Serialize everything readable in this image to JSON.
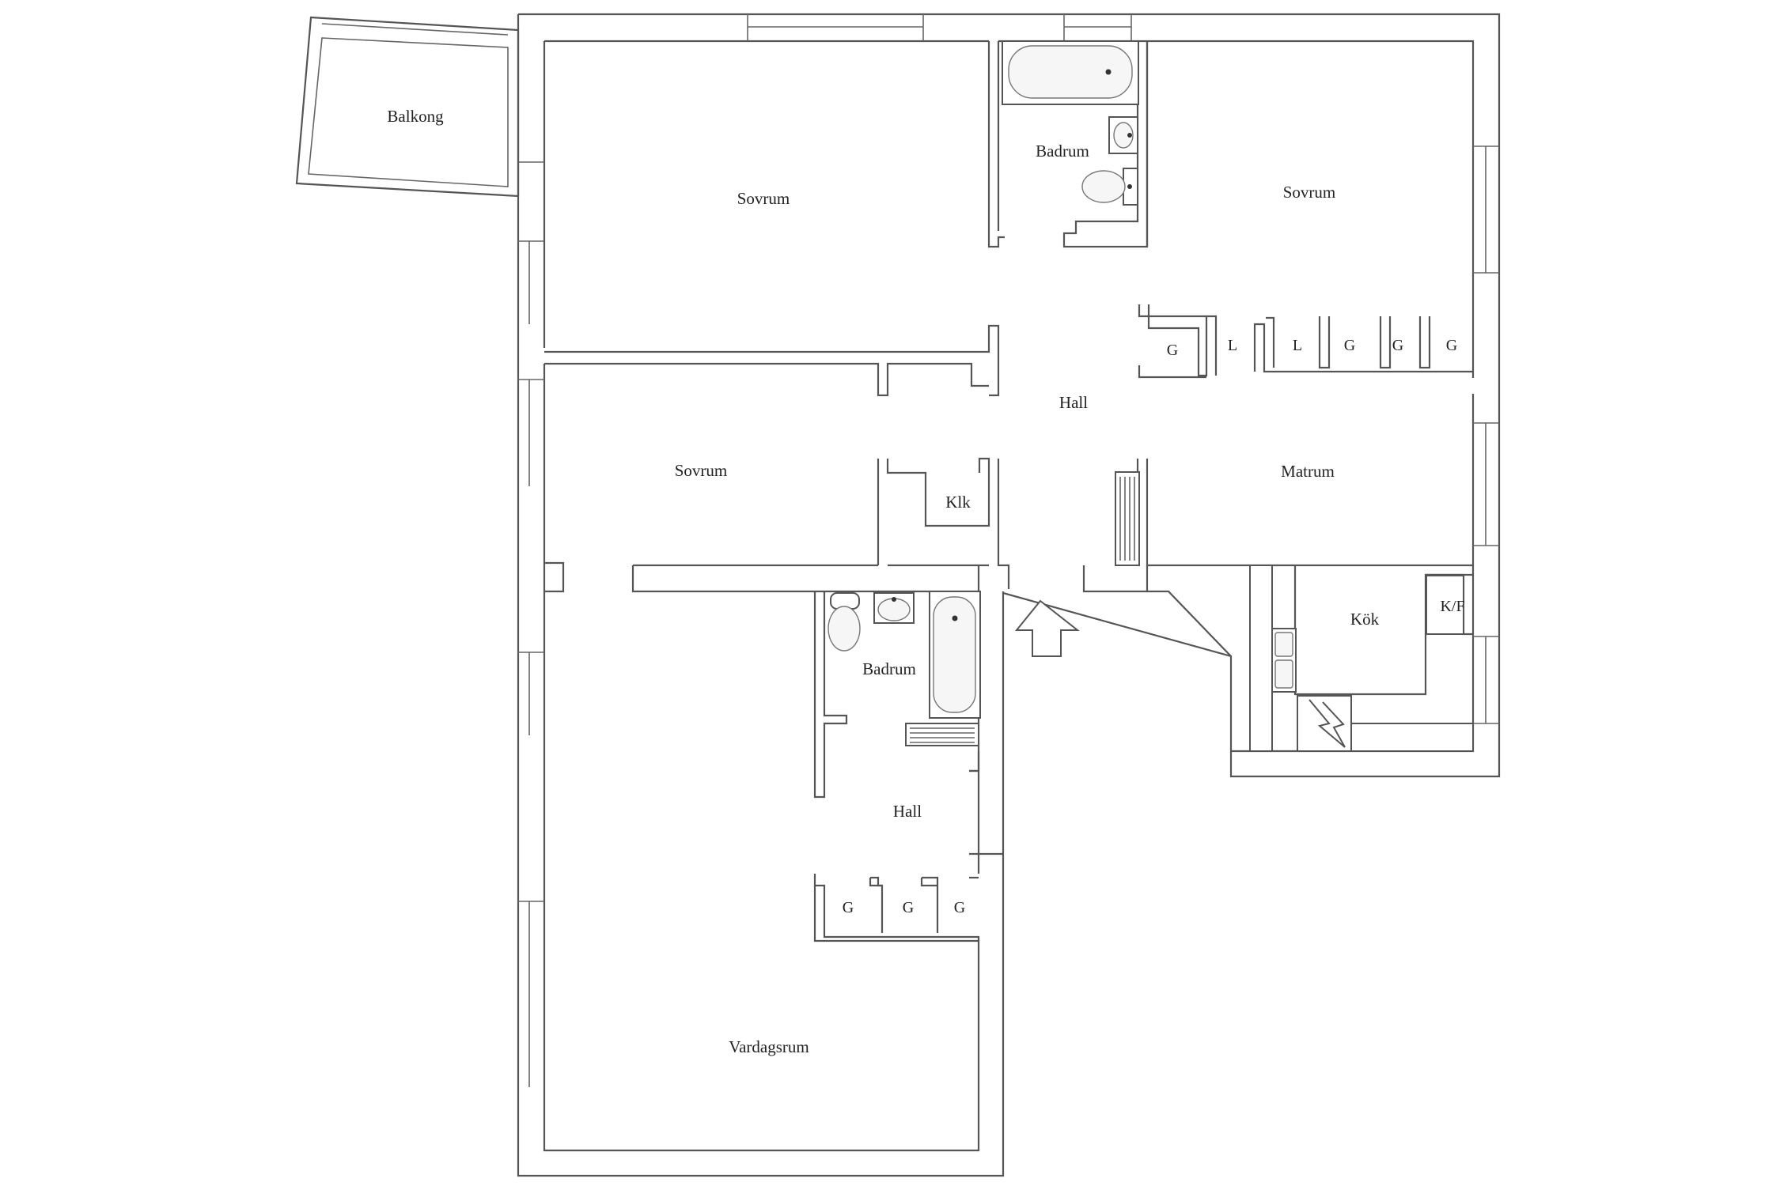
{
  "rooms": {
    "balkong": "Balkong",
    "sovrum_1": "Sovrum",
    "badrum_1": "Badrum",
    "sovrum_2": "Sovrum",
    "hall_1": "Hall",
    "sovrum_3": "Sovrum",
    "klk": "Klk",
    "matrum": "Matrum",
    "kok": "Kök",
    "kf": "K/F",
    "badrum_2": "Badrum",
    "hall_2": "Hall",
    "vardagsrum": "Vardagsrum"
  },
  "closets": {
    "top_row": [
      "G",
      "L",
      "L",
      "G",
      "G",
      "G"
    ],
    "bottom_row": [
      "G",
      "G",
      "G"
    ]
  },
  "icons": {
    "entrance": "entrance-arrow-icon",
    "electric_stove": "lightning-icon",
    "bathtub": "bathtub-icon",
    "toilet": "toilet-icon",
    "sink": "sink-icon",
    "radiator": "radiator-icon"
  },
  "colors": {
    "wall": "#555555",
    "background": "#ffffff",
    "text": "#222222"
  }
}
